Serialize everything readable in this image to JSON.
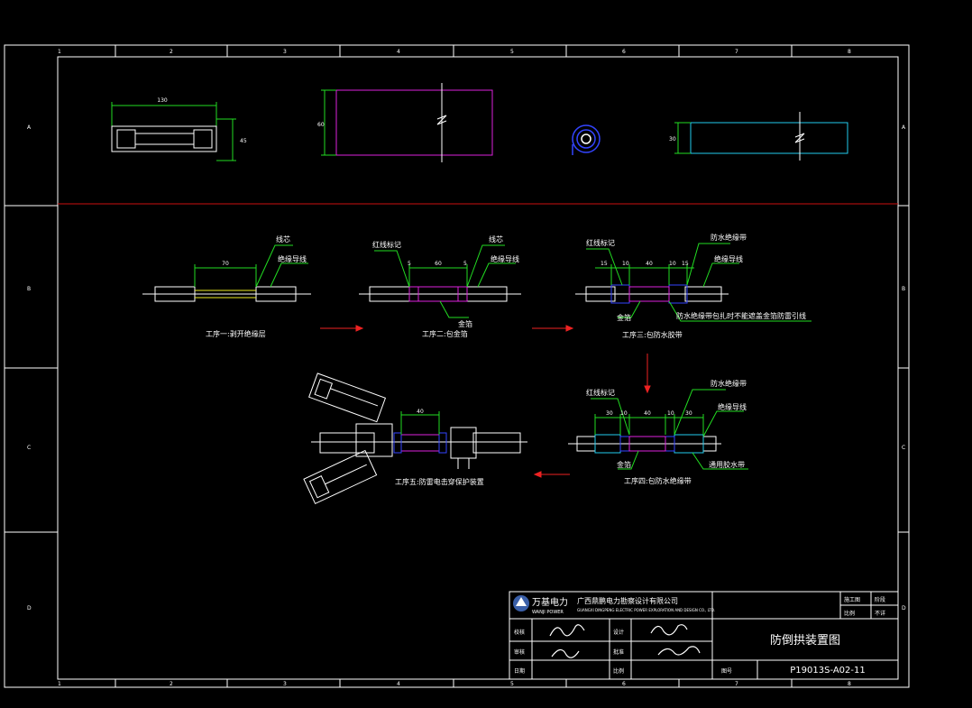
{
  "colors": {
    "background": "#000000",
    "frame": "#ffffff",
    "divider": "#cc1111",
    "arrow": "#ee2222",
    "magenta": "#dd22dd",
    "blue": "#3344ff",
    "cyan": "#22ccee",
    "green": "#22dd22",
    "yellow": "#eeee22"
  },
  "frame": {
    "col_numbers": [
      "1",
      "2",
      "3",
      "4",
      "5",
      "6",
      "7",
      "8"
    ],
    "row_letters": [
      "A",
      "B",
      "C",
      "D"
    ]
  },
  "top_row": {
    "dim_130": "130",
    "dim_45": "45",
    "dim_60": "60",
    "dim_30": "30"
  },
  "steps": {
    "step1": {
      "caption": "工序一:剥开绝缘层",
      "dim": "70",
      "label_core": "线芯",
      "label_insul": "绝缘导线"
    },
    "step2": {
      "caption": "工序二:包金箔",
      "dim_left": "5",
      "dim_mid": "60",
      "dim_right": "5",
      "label_red": "红线标记",
      "label_core": "线芯",
      "label_insul": "绝缘导线",
      "label_foil": "金箔"
    },
    "step3": {
      "caption": "工序三:包防水胶带",
      "d1": "15",
      "d2": "10",
      "d3": "40",
      "d4": "10",
      "d5": "15",
      "label_red": "红线标记",
      "label_tape": "防水绝缘带",
      "label_insul": "绝缘导线",
      "label_foil": "金箔",
      "note": "防水绝缘带包扎时不能遮盖金箔防雷引线"
    },
    "step4": {
      "caption": "工序四:包防水绝缘带",
      "d1": "30",
      "d2": "10",
      "d3": "40",
      "d4": "10",
      "d5": "30",
      "label_red": "红线标记",
      "label_tape": "防水绝缘带",
      "label_insul": "绝缘导线",
      "label_foil": "金箔",
      "label_self": "通用胶水带"
    },
    "step5": {
      "caption": "工序五:防雷电击穿保护装置",
      "dim": "40"
    }
  },
  "title_block": {
    "stamp_cn": "万基电力",
    "stamp_en": "WANJI POWER",
    "company_cn": "广西鼎鹏电力勘察设计有限公司",
    "company_en": "GUANGXI DINGPENG ELECTRIC POWER EXPLORATION AND DESIGN CO., LTD.",
    "phase_label": "施工图",
    "phase_value": "阶段",
    "scale_label": "比例",
    "scale_value": "不详",
    "drawing_title": "防倒拱装置图",
    "drawing_no_label": "图号",
    "drawing_no": "P19013S-A02-11",
    "rows": [
      {
        "left": "校核",
        "right": "设计"
      },
      {
        "left": "审核",
        "right": "批准"
      },
      {
        "left": "日期",
        "right": "比例"
      }
    ]
  }
}
